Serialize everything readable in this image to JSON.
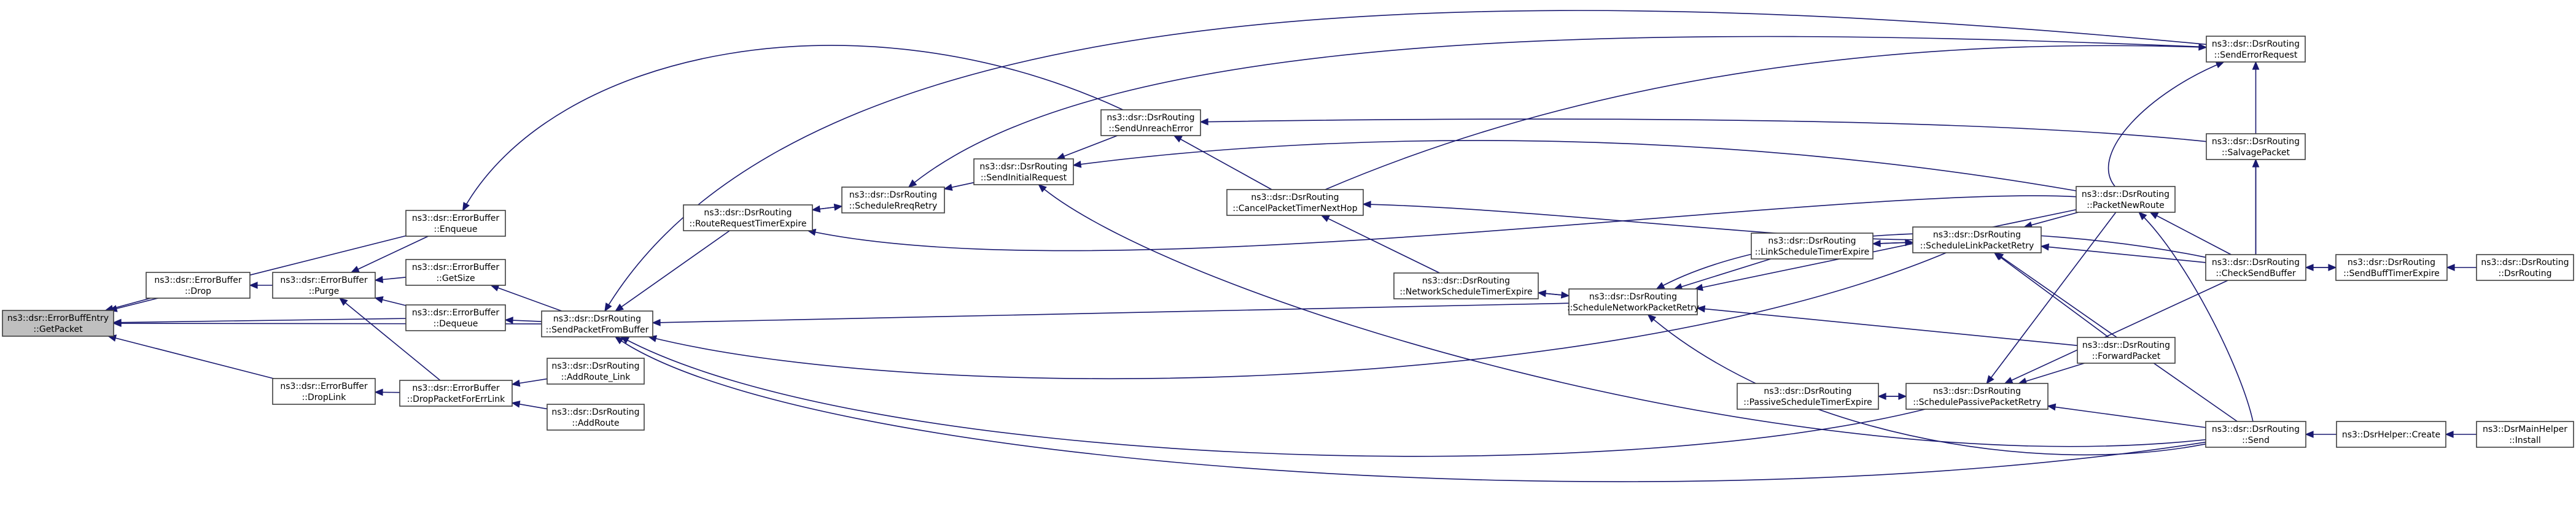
{
  "colors": {
    "edge": "#191970",
    "node_border": "#3f3f3f",
    "node_fill": "#ffffff",
    "root_fill": "#bfbfbf"
  },
  "nodes": [
    {
      "id": "getpacket",
      "lines": [
        "ns3::dsr::ErrorBuffEntry",
        "::GetPacket"
      ],
      "root": true
    },
    {
      "id": "drop",
      "lines": [
        "ns3::dsr::ErrorBuffer",
        "::Drop"
      ]
    },
    {
      "id": "purge",
      "lines": [
        "ns3::dsr::ErrorBuffer",
        "::Purge"
      ]
    },
    {
      "id": "droplink",
      "lines": [
        "ns3::dsr::ErrorBuffer",
        "::DropLink"
      ]
    },
    {
      "id": "enqueue",
      "lines": [
        "ns3::dsr::ErrorBuffer",
        "::Enqueue"
      ]
    },
    {
      "id": "getsize",
      "lines": [
        "ns3::dsr::ErrorBuffer",
        "::GetSize"
      ]
    },
    {
      "id": "dequeue",
      "lines": [
        "ns3::dsr::ErrorBuffer",
        "::Dequeue"
      ]
    },
    {
      "id": "droperr",
      "lines": [
        "ns3::dsr::ErrorBuffer",
        "::DropPacketForErrLink"
      ]
    },
    {
      "id": "addroutelink",
      "lines": [
        "ns3::dsr::DsrRouting",
        "::AddRoute_Link"
      ]
    },
    {
      "id": "addroute",
      "lines": [
        "ns3::dsr::DsrRouting",
        "::AddRoute"
      ]
    },
    {
      "id": "sendfrombuf",
      "lines": [
        "ns3::dsr::DsrRouting",
        "::SendPacketFromBuffer"
      ]
    },
    {
      "id": "rreqtimer",
      "lines": [
        "ns3::dsr::DsrRouting",
        "::RouteRequestTimerExpire"
      ]
    },
    {
      "id": "schedrreq",
      "lines": [
        "ns3::dsr::DsrRouting",
        "::ScheduleRreqRetry"
      ]
    },
    {
      "id": "sendinit",
      "lines": [
        "ns3::dsr::DsrRouting",
        "::SendInitialRequest"
      ]
    },
    {
      "id": "sendunreach",
      "lines": [
        "ns3::dsr::DsrRouting",
        "::SendUnreachError"
      ]
    },
    {
      "id": "cancelpkt",
      "lines": [
        "ns3::dsr::DsrRouting",
        "::CancelPacketTimerNextHop"
      ]
    },
    {
      "id": "netsched",
      "lines": [
        "ns3::dsr::DsrRouting",
        "::NetworkScheduleTimerExpire"
      ]
    },
    {
      "id": "schednet",
      "lines": [
        "ns3::dsr::DsrRouting",
        "::ScheduleNetworkPacketRetry"
      ]
    },
    {
      "id": "linksched",
      "lines": [
        "ns3::dsr::DsrRouting",
        "::LinkScheduleTimerExpire"
      ]
    },
    {
      "id": "passivesched",
      "lines": [
        "ns3::dsr::DsrRouting",
        "::PassiveScheduleTimerExpire"
      ]
    },
    {
      "id": "schedlink",
      "lines": [
        "ns3::dsr::DsrRouting",
        "::ScheduleLinkPacketRetry"
      ]
    },
    {
      "id": "schedpassive",
      "lines": [
        "ns3::dsr::DsrRouting",
        "::SchedulePassivePacketRetry"
      ]
    },
    {
      "id": "packetnewroute",
      "lines": [
        "ns3::dsr::DsrRouting",
        "::PacketNewRoute"
      ]
    },
    {
      "id": "forwardpacket",
      "lines": [
        "ns3::dsr::DsrRouting",
        "::ForwardPacket"
      ]
    },
    {
      "id": "senderrreq",
      "lines": [
        "ns3::dsr::DsrRouting",
        "::SendErrorRequest"
      ]
    },
    {
      "id": "salvage",
      "lines": [
        "ns3::dsr::DsrRouting",
        "::SalvagePacket"
      ]
    },
    {
      "id": "checksendbuf",
      "lines": [
        "ns3::dsr::DsrRouting",
        "::CheckSendBuffer"
      ]
    },
    {
      "id": "send",
      "lines": [
        "ns3::dsr::DsrRouting",
        "::Send"
      ]
    },
    {
      "id": "sendbuftimer",
      "lines": [
        "ns3::dsr::DsrRouting",
        "::SendBuffTimerExpire"
      ]
    },
    {
      "id": "dsrrouting",
      "lines": [
        "ns3::dsr::DsrRouting",
        "::DsrRouting"
      ]
    },
    {
      "id": "helpercreate",
      "lines": [
        "ns3::DsrHelper::Create"
      ]
    },
    {
      "id": "install",
      "lines": [
        "ns3::DsrMainHelper",
        "::Install"
      ]
    }
  ],
  "edges": [
    [
      "drop",
      "getpacket"
    ],
    [
      "purge",
      "drop"
    ],
    [
      "enqueue",
      "getpacket"
    ],
    [
      "dequeue",
      "getpacket"
    ],
    [
      "sendfrombuf",
      "getpacket"
    ],
    [
      "droplink",
      "getpacket"
    ],
    [
      "getsize",
      "purge"
    ],
    [
      "dequeue",
      "purge"
    ],
    [
      "enqueue",
      "purge"
    ],
    [
      "droperr",
      "purge"
    ],
    [
      "droperr",
      "droplink"
    ],
    [
      "addroutelink",
      "droperr"
    ],
    [
      "addroute",
      "droperr"
    ],
    [
      "sendfrombuf",
      "getsize"
    ],
    [
      "sendfrombuf",
      "dequeue"
    ],
    [
      "sendunreach",
      "enqueue"
    ],
    [
      "rreqtimer",
      "sendfrombuf"
    ],
    [
      "schednet",
      "sendfrombuf"
    ],
    [
      "schedlink",
      "sendfrombuf"
    ],
    [
      "schedpassive",
      "sendfrombuf"
    ],
    [
      "send",
      "sendfrombuf"
    ],
    [
      "senderrreq",
      "sendfrombuf"
    ],
    [
      "schedrreq",
      "rreqtimer"
    ],
    [
      "rreqtimer",
      "schedrreq"
    ],
    [
      "sendinit",
      "schedrreq"
    ],
    [
      "senderrreq",
      "schedrreq"
    ],
    [
      "sendunreach",
      "sendinit"
    ],
    [
      "packetnewroute",
      "sendinit"
    ],
    [
      "send",
      "sendinit"
    ],
    [
      "cancelpkt",
      "sendunreach"
    ],
    [
      "salvage",
      "sendunreach"
    ],
    [
      "packetnewroute",
      "rreqtimer"
    ],
    [
      "cancelpkt",
      "senderrreq"
    ],
    [
      "packetnewroute",
      "senderrreq"
    ],
    [
      "netsched",
      "cancelpkt"
    ],
    [
      "schedlink",
      "cancelpkt"
    ],
    [
      "checksendbuf",
      "packetnewroute"
    ],
    [
      "send",
      "packetnewroute"
    ],
    [
      "checksendbuf",
      "senderrreq"
    ],
    [
      "checksendbuf",
      "salvage"
    ],
    [
      "sendbuftimer",
      "checksendbuf"
    ],
    [
      "checksendbuf",
      "sendbuftimer"
    ],
    [
      "dsrrouting",
      "sendbuftimer"
    ],
    [
      "schednet",
      "netsched"
    ],
    [
      "netsched",
      "schednet"
    ],
    [
      "packetnewroute",
      "schednet"
    ],
    [
      "linksched",
      "schednet"
    ],
    [
      "send",
      "schednet"
    ],
    [
      "forwardpacket",
      "schednet"
    ],
    [
      "checksendbuf",
      "schednet"
    ],
    [
      "schedlink",
      "linksched"
    ],
    [
      "linksched",
      "schedlink"
    ],
    [
      "packetnewroute",
      "schedlink"
    ],
    [
      "checksendbuf",
      "schedlink"
    ],
    [
      "forwardpacket",
      "schedlink"
    ],
    [
      "send",
      "schedlink"
    ],
    [
      "schedpassive",
      "passivesched"
    ],
    [
      "passivesched",
      "schedpassive"
    ],
    [
      "packetnewroute",
      "schedpassive"
    ],
    [
      "forwardpacket",
      "schedpassive"
    ],
    [
      "send",
      "schedpassive"
    ],
    [
      "checksendbuf",
      "schedpassive"
    ],
    [
      "helpercreate",
      "send"
    ],
    [
      "install",
      "helpercreate"
    ]
  ]
}
